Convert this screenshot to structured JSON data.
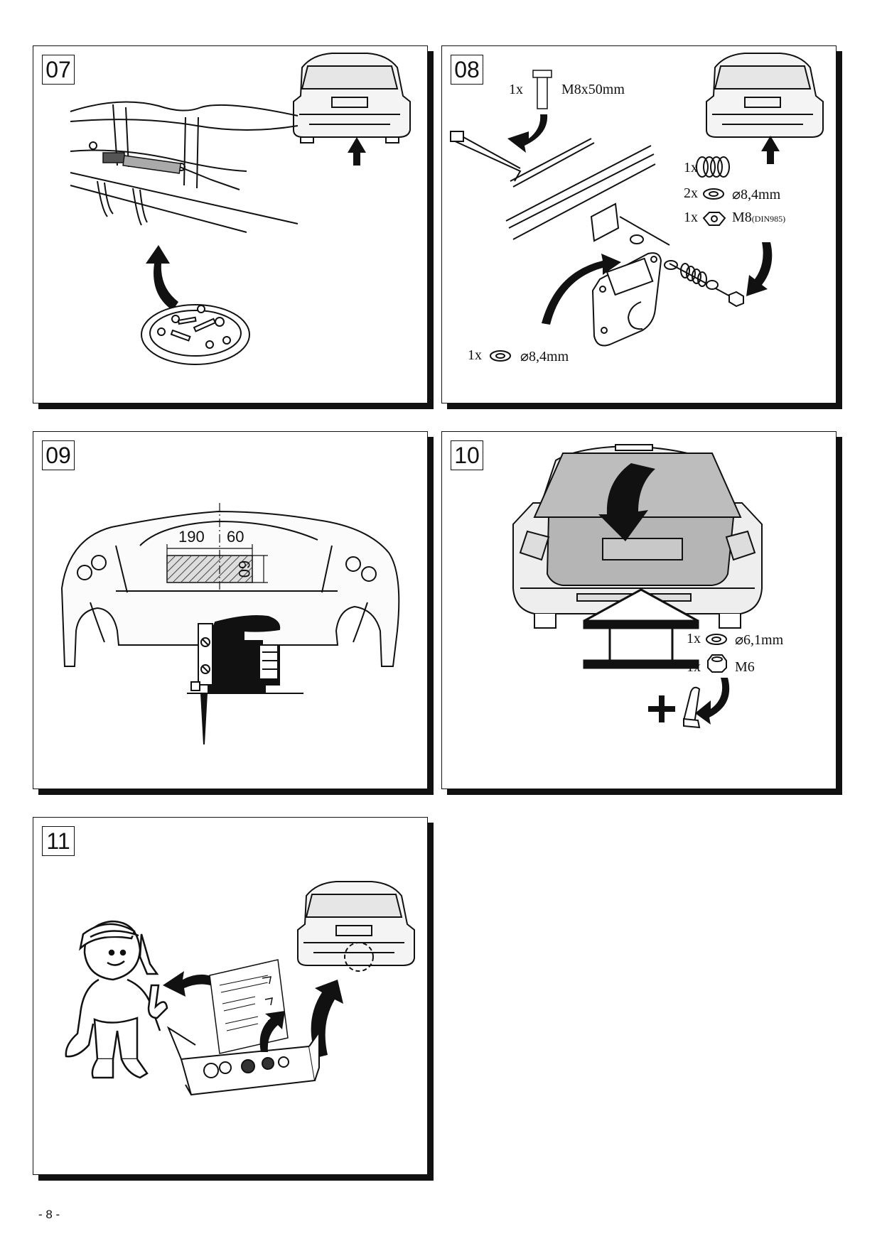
{
  "page_number": "- 8 -",
  "steps": [
    {
      "number": "07"
    },
    {
      "number": "08",
      "bolt": {
        "qty": "1x",
        "size": "M8x50mm"
      },
      "spring": {
        "qty": "1x"
      },
      "washers": {
        "qty": "2x",
        "size": "⌀8,4mm"
      },
      "nut": {
        "qty": "1x",
        "size": "M8",
        "standard": "(DIN985)"
      },
      "washer_front": {
        "qty": "1x",
        "size": "⌀8,4mm"
      }
    },
    {
      "number": "09",
      "dim_a": "190",
      "dim_b": "60",
      "dim_c": "60"
    },
    {
      "number": "10",
      "washer": {
        "qty": "1x",
        "size": "⌀6,1mm"
      },
      "nut": {
        "qty": "1x",
        "size": "M6"
      }
    },
    {
      "number": "11"
    }
  ]
}
